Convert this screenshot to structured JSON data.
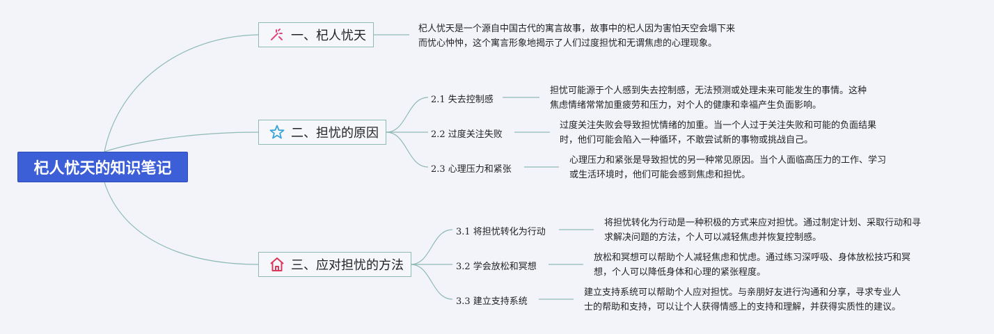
{
  "root": {
    "title": "杞人忧天的知识笔记"
  },
  "branches": [
    {
      "label": "一、杞人忧天",
      "icon": "sparkle-icon",
      "note_lines": [
        "杞人忧天是一个源自中国古代的寓言故事，故事中的杞人因为害怕天空会塌下来",
        "而忧心忡忡，这个寓言形象地揭示了人们过度担忧和无谓焦虑的心理现象。"
      ]
    },
    {
      "label": "二、担忧的原因",
      "icon": "star-icon",
      "children": [
        {
          "label": "2.1 失去控制感",
          "note_lines": [
            "担忧可能源于个人感到失去控制感，无法预测或处理未来可能发生的事情。这种",
            "焦虑情绪常常加重疲劳和压力，对个人的健康和幸福产生负面影响。"
          ]
        },
        {
          "label": "2.2 过度关注失败",
          "note_lines": [
            "过度关注失败会导致担忧情绪的加重。当一个人过于关注失败和可能的负面结果",
            "时，他们可能会陷入一种循环，不敢尝试新的事物或挑战自己。"
          ]
        },
        {
          "label": "2.3 心理压力和紧张",
          "note_lines": [
            "心理压力和紧张是导致担忧的另一种常见原因。当个人面临高压力的工作、学习",
            "或生活环境时，他们可能会感到焦虑和担忧。"
          ]
        }
      ]
    },
    {
      "label": "三、应对担忧的方法",
      "icon": "home-icon",
      "children": [
        {
          "label": "3.1 将担忧转化为行动",
          "note_lines": [
            "将担忧转化为行动是一种积极的方式来应对担忧。通过制定计划、采取行动和寻",
            "求解决问题的方法，个人可以减轻焦虑并恢复控制感。"
          ]
        },
        {
          "label": "3.2 学会放松和冥想",
          "note_lines": [
            "放松和冥想可以帮助个人减轻焦虑和忧虑。通过练习深呼吸、身体放松技巧和冥",
            "想，个人可以降低身体和心理的紧张程度。"
          ]
        },
        {
          "label": "3.3 建立支持系统",
          "note_lines": [
            "建立支持系统可以帮助个人应对担忧。与亲朋好友进行沟通和分享，寻求专业人",
            "士的帮助和支持，可以让个人获得情感上的支持和理解，并获得实质性的建议。"
          ]
        }
      ]
    }
  ],
  "colors": {
    "root_bg": "#3c5ed6",
    "line": "#8dbab3",
    "icon_sparkle": "#e0457b",
    "icon_star": "#3aa3d8",
    "icon_home": "#d9385a"
  }
}
